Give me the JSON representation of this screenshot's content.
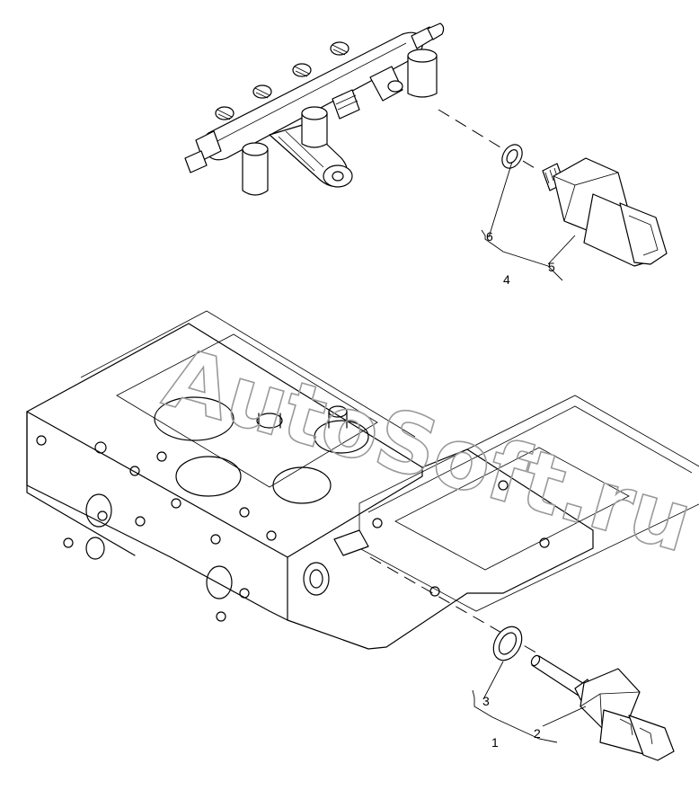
{
  "watermark": "AutoSoft.ru",
  "callouts": [
    {
      "id": "1",
      "label": "1"
    },
    {
      "id": "2",
      "label": "2"
    },
    {
      "id": "3",
      "label": "3"
    },
    {
      "id": "4",
      "label": "4"
    },
    {
      "id": "5",
      "label": "5"
    },
    {
      "id": "6",
      "label": "6"
    }
  ]
}
